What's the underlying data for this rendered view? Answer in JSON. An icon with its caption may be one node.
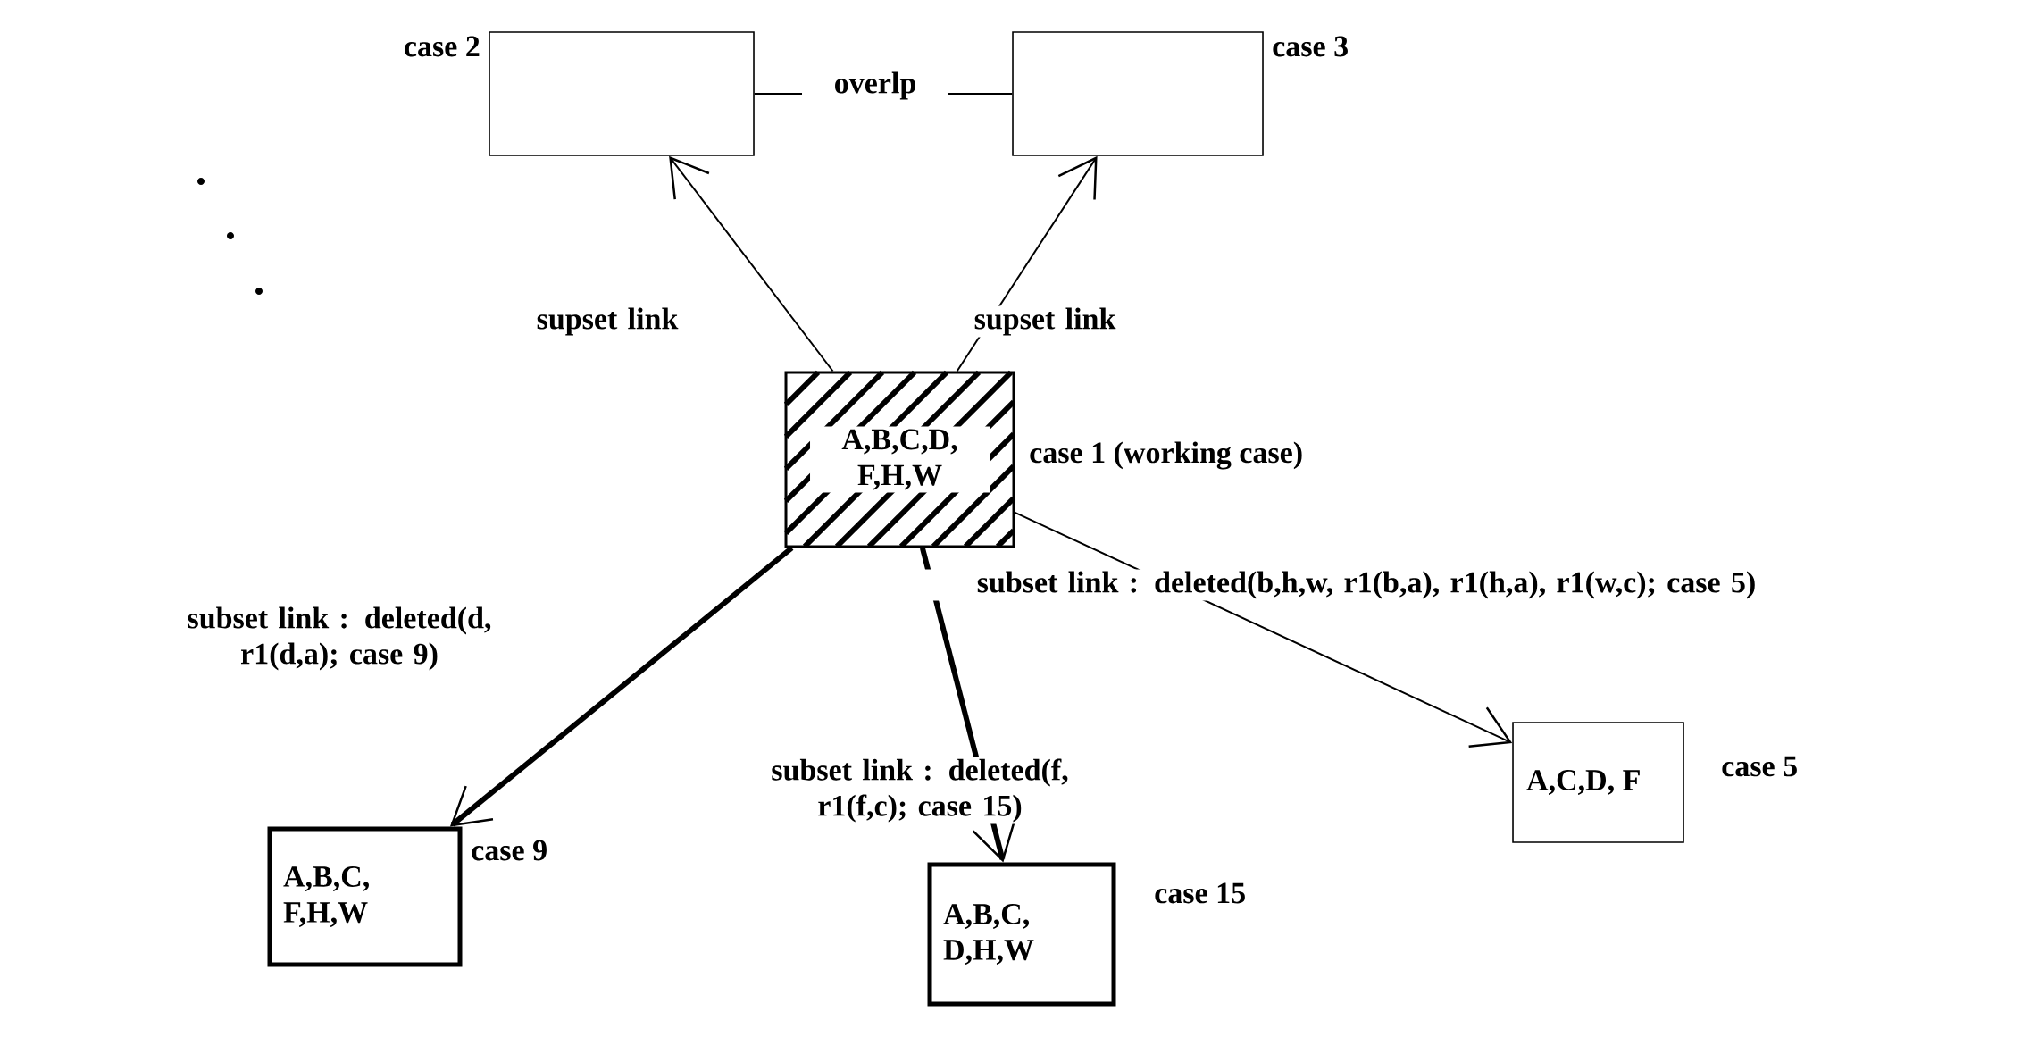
{
  "diagram": {
    "nodes": [
      {
        "text": [],
        "shape": "box",
        "beside": [
          "case 2"
        ]
      },
      {
        "text": [],
        "shape": "box",
        "beside": [
          "case 3"
        ]
      },
      {
        "text": [
          "A,B,C,D, F,H,W"
        ],
        "beside": [
          "case 1 (working case)"
        ]
      },
      {
        "text": [
          "A,B,C, F,H,W"
        ],
        "beside": [
          "case 9"
        ]
      },
      {
        "text": [
          "A,B,C, D,H,W"
        ],
        "beside": [
          "case 15"
        ]
      },
      {
        "text": [
          "A,C,D, F"
        ],
        "beside": [
          "case 5"
        ]
      }
    ],
    "edges": [
      {
        "from": 0,
        "to": 1,
        "arrow": "none",
        "label": "overlp"
      },
      {
        "from": 2,
        "to": 0,
        "arrow": "to",
        "label": "supset link"
      },
      {
        "from": 2,
        "to": 1,
        "arrow": "to",
        "label": "supset link"
      },
      {
        "from": 2,
        "to": 3,
        "arrow": "to",
        "style": "thick",
        "label": "subset link : deleted(d, r1(d,a); case 9)"
      },
      {
        "from": 2,
        "to": 4,
        "arrow": "to",
        "style": "thick",
        "label": "subset link : deleted(f, r1(f,c); case 15)"
      },
      {
        "from": 2,
        "to": 5,
        "arrow": "to",
        "label": "subset link : deleted(b,h,w, r1(b,a), r1(h,a), r1(w,c); case 5)"
      }
    ]
  }
}
